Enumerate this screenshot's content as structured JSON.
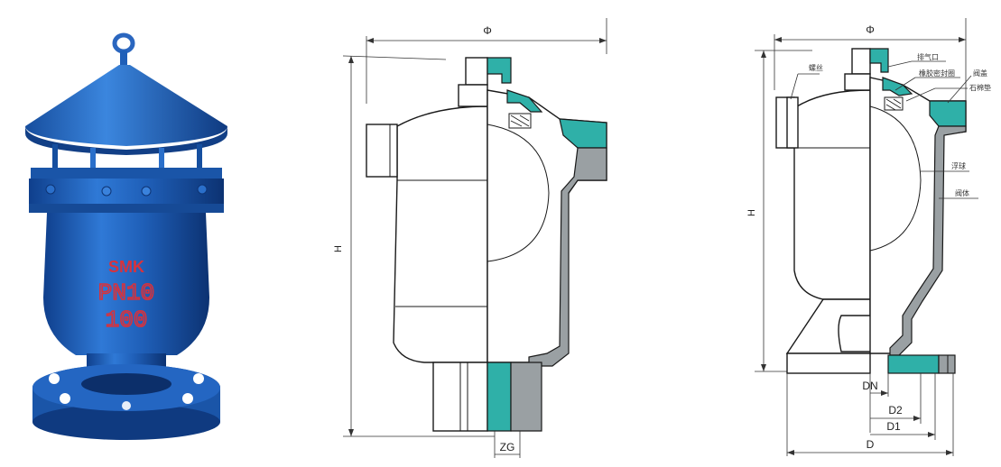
{
  "photo": {
    "brand": "SMK",
    "pressure": "PN10",
    "size": "100"
  },
  "left_drawing": {
    "diameter_label": "Φ",
    "height_label": "H",
    "thread_label": "ZG"
  },
  "right_drawing": {
    "diameter_label": "Φ",
    "height_label": "H",
    "dn_label": "DN",
    "d2_label": "D2",
    "d1_label": "D1",
    "d_label": "D",
    "callouts": {
      "screw": "螺丝",
      "vent": "排气口",
      "rubber_seal": "橡胶密封圈",
      "cover": "阀盖",
      "asbestos_pad": "石棉垫",
      "float_ball": "浮球",
      "valve_body": "阀体"
    }
  },
  "colors": {
    "valve_blue": "#1f5fb8",
    "section_cyan": "#2fb0a8",
    "section_grey": "#9aa0a3",
    "marking_red": "#d8323c"
  }
}
